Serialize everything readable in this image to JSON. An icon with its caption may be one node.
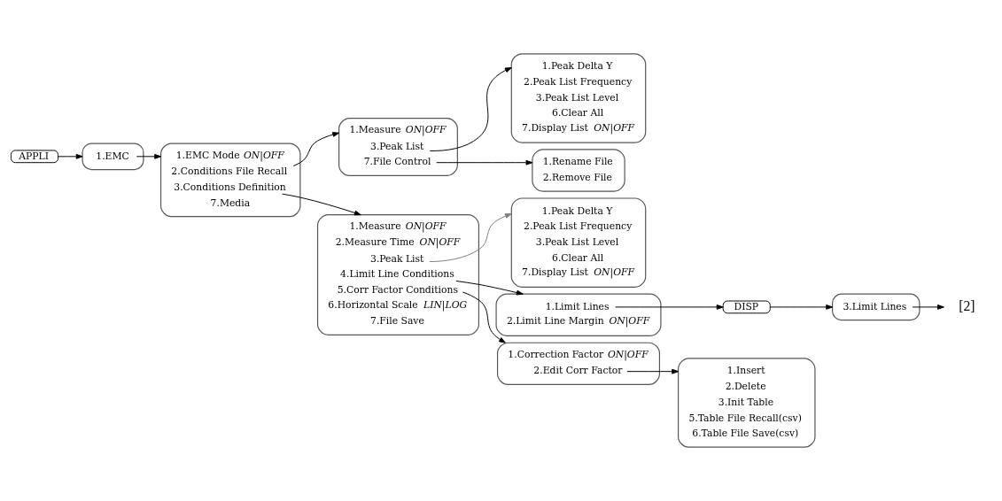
{
  "diagram": {
    "nodes": [
      {
        "text": [
          "APPLI"
        ]
      },
      {
        "text": [],
        "shape": "bracket"
      },
      {
        "text": [
          "1.EMC"
        ],
        "in": 1
      },
      {
        "text": [],
        "shape": "bracket"
      },
      {
        "text": [
          "1.EMC Mode *ON|OFF*"
        ],
        "in": 3
      },
      {
        "text": [
          "2.Conditions File Recall"
        ],
        "in": 3
      },
      {
        "text": [
          "3.Conditions Definition"
        ],
        "in": 3
      },
      {
        "text": [
          "7.Media"
        ],
        "in": 3
      },
      {
        "text": [],
        "shape": "bracket"
      },
      {
        "text": [
          "1.Measure *ON|OFF*"
        ],
        "in": 8
      },
      {
        "text": [
          "3.Peak List"
        ],
        "in": 8
      },
      {
        "text": [
          "7.File Control"
        ],
        "in": 8
      },
      {
        "text": [],
        "shape": "bracket"
      },
      {
        "text": [
          "1.Peak Delta Y"
        ],
        "in": 12
      },
      {
        "text": [
          "2.Peak List Frequency"
        ],
        "in": 12
      },
      {
        "text": [
          "3.Peak List Level"
        ],
        "in": 12
      },
      {
        "text": [
          "6.Clear All"
        ],
        "in": 12
      },
      {
        "text": [
          "7.Display List *ON|OFF*"
        ],
        "in": 12
      },
      {
        "text": [],
        "shape": "bracket"
      },
      {
        "text": [
          "1.Measure *ON|OFF*"
        ],
        "in": 18
      },
      {
        "text": [
          "2.Measure Time *ON|OFF*"
        ],
        "in": 18
      },
      {
        "text": [
          "3.Peak List"
        ],
        "in": 18
      },
      {
        "text": [
          "4.Limit Line Conditions"
        ],
        "in": 18
      },
      {
        "text": [
          "5.Corr Factor Conditions"
        ],
        "in": 18
      },
      {
        "text": [
          "6.Horizontal Scale *LIN|LOG*"
        ],
        "in": 18
      },
      {
        "text": [
          "7.File Save"
        ],
        "in": 18
      },
      {
        "text": [],
        "shape": "bracket"
      },
      {
        "text": [
          "1.Rename File"
        ],
        "in": 26
      },
      {
        "text": [
          "2.Remove File"
        ],
        "in": 26
      },
      {
        "text": [],
        "shape": "bracket"
      },
      {
        "text": [
          "1.Peak Delta Y"
        ],
        "in": 29
      },
      {
        "text": [
          "2.Peak List Frequency"
        ],
        "in": 29
      },
      {
        "text": [
          "3.Peak List Level"
        ],
        "in": 29
      },
      {
        "text": [
          "6.Clear All"
        ],
        "in": 29
      },
      {
        "text": [
          "7.Display List *ON|OFF*"
        ],
        "in": 29
      },
      {
        "text": [],
        "shape": "bracket"
      },
      {
        "text": [
          "1.Limit Lines"
        ],
        "in": 35
      },
      {
        "text": [
          "2.Limit Line Margin *ON|OFF*"
        ],
        "in": 35
      },
      {
        "text": [
          "DISP"
        ]
      },
      {
        "text": [],
        "shape": "bracket"
      },
      {
        "text": [
          "3.Limit Lines"
        ],
        "in": 39
      },
      {
        "text": [
          "[2]"
        ]
      },
      {
        "text": [],
        "shape": "bracket"
      },
      {
        "text": [
          "1.Correction Factor *ON|OFF*"
        ],
        "in": 42
      },
      {
        "text": [
          "2.Edit Corr Factor"
        ],
        "in": 42
      },
      {
        "text": [],
        "shape": "bracket"
      },
      {
        "text": [
          "1.Insert"
        ],
        "in": 45
      },
      {
        "text": [
          "2.Delete"
        ],
        "in": 45
      },
      {
        "text": [
          "3.Init Table"
        ],
        "in": 45
      },
      {
        "text": [
          "5.Table File Recall(csv)"
        ],
        "in": 45
      },
      {
        "text": [
          "6.Table File Save(csv)"
        ],
        "in": 45
      }
    ],
    "edges": [
      {
        "from": 0,
        "to": 1,
        "arrow": "to"
      },
      {
        "from": 2,
        "to": 3,
        "arrow": "to"
      },
      {
        "from": 5,
        "to": 8,
        "arrow": "to"
      },
      {
        "from": 6,
        "to": 18,
        "arrow": "to"
      },
      {
        "from": 10,
        "to": 12,
        "arrow": "to"
      },
      {
        "from": 11,
        "to": 26,
        "arrow": "to"
      },
      {
        "from": 21,
        "to": 29,
        "arrow": "to",
        "color": "#808080"
      },
      {
        "from": 22,
        "to": 35,
        "arrow": "to"
      },
      {
        "from": 23,
        "to": 42,
        "arrow": "to"
      },
      {
        "from": 36,
        "to": 38,
        "arrow": "to"
      },
      {
        "from": 38,
        "to": 39,
        "arrow": "to"
      },
      {
        "from": 40,
        "to": 41,
        "arrow": "to"
      },
      {
        "from": 44,
        "to": 45,
        "arrow": "to"
      }
    ]
  }
}
